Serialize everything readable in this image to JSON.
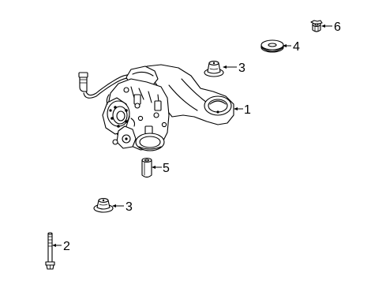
{
  "callouts": [
    {
      "id": "1",
      "part": "differential-housing"
    },
    {
      "id": "2",
      "part": "bolt"
    },
    {
      "id": "3",
      "part": "mount-bushing-upper"
    },
    {
      "id": "3",
      "part": "mount-bushing-lower"
    },
    {
      "id": "4",
      "part": "washer"
    },
    {
      "id": "5",
      "part": "sleeve"
    },
    {
      "id": "6",
      "part": "nut"
    }
  ]
}
